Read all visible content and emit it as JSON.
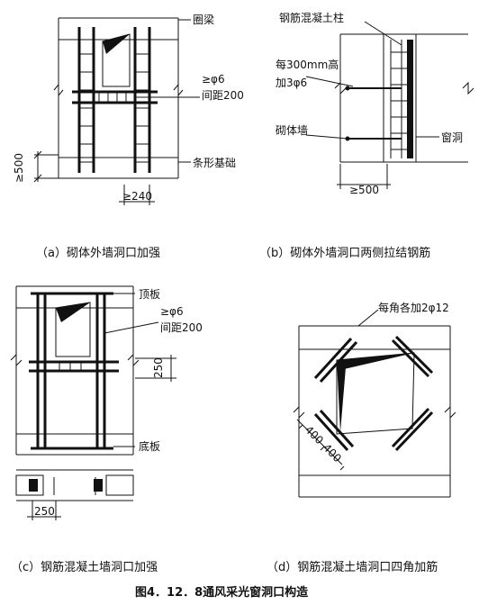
{
  "panel_a": {
    "label_ring_beam": "圈梁",
    "label_rebar_dia": "≥φ6",
    "label_spacing": "间距200",
    "label_strip_foundation": "条形基础",
    "dim_height": "≥500",
    "dim_width": "≥240",
    "caption": "（a）砌体外墙洞口加强"
  },
  "panel_b": {
    "label_rc_column": "钢筋混凝土柱",
    "label_tie_line1": "每300mm高",
    "label_tie_line2": "加3φ6",
    "label_masonry_wall": "砌体墙",
    "label_window_opening": "窗洞",
    "dim_width": "≥500",
    "caption": "（b）砌体外墙洞口两侧拉结钢筋"
  },
  "panel_c": {
    "label_top_slab": "顶板",
    "label_rebar_dia": "≥φ6",
    "label_spacing": "间距200",
    "dim_side": "250",
    "label_bottom_slab": "底板",
    "dim_section": "250",
    "caption": "（c）钢筋混凝土墙洞口加强"
  },
  "panel_d": {
    "label_corner_bars": "每角各加2φ12",
    "dim_a": "400",
    "dim_b": "400",
    "caption": "（d）钢筋混凝土墙洞口四角加筋"
  },
  "figure_title": "图4．12．8通风采光窗洞口构造"
}
